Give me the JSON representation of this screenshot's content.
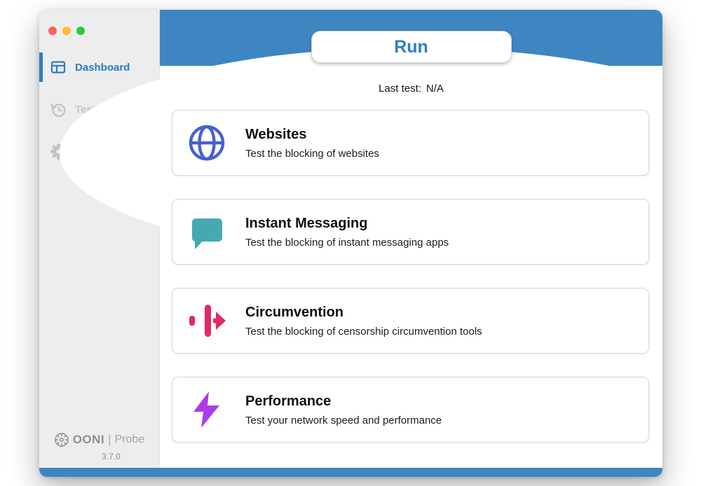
{
  "window": {
    "traffic_lights": [
      {
        "name": "close",
        "color": "#ff5f57"
      },
      {
        "name": "minimize",
        "color": "#febc2e"
      },
      {
        "name": "zoom",
        "color": "#28c840"
      }
    ]
  },
  "sidebar": {
    "items": [
      {
        "label": "Dashboard",
        "icon": "dashboard-icon",
        "active": true
      },
      {
        "label": "Test Results",
        "icon": "test-results-icon",
        "active": false
      },
      {
        "label": "Settings",
        "icon": "settings-icon",
        "active": false
      }
    ],
    "logo_brand": "OONI",
    "logo_separator": "|",
    "logo_product": "Probe",
    "version": "3.7.0"
  },
  "header": {
    "run_label": "Run",
    "last_test_label": "Last test:",
    "last_test_value": "N/A"
  },
  "cards": [
    {
      "title": "Websites",
      "description": "Test the blocking of websites",
      "icon": "globe-icon",
      "color": "#4a5fd4"
    },
    {
      "title": "Instant Messaging",
      "description": "Test the blocking of instant messaging apps",
      "icon": "chat-bubble-icon",
      "color": "#46a9b2"
    },
    {
      "title": "Circumvention",
      "description": "Test the blocking of censorship circumvention tools",
      "icon": "arrow-through-bar-icon",
      "color": "#e22a62"
    },
    {
      "title": "Performance",
      "description": "Test your network speed and performance",
      "icon": "lightning-bolt-icon",
      "color": "#ad3be8"
    }
  ],
  "colors": {
    "header_blue": "#3e86c1",
    "active_item_blue": "#2e7cc0",
    "inactive_gray": "#c3c3c3",
    "sidebar_bg": "#ededed"
  }
}
